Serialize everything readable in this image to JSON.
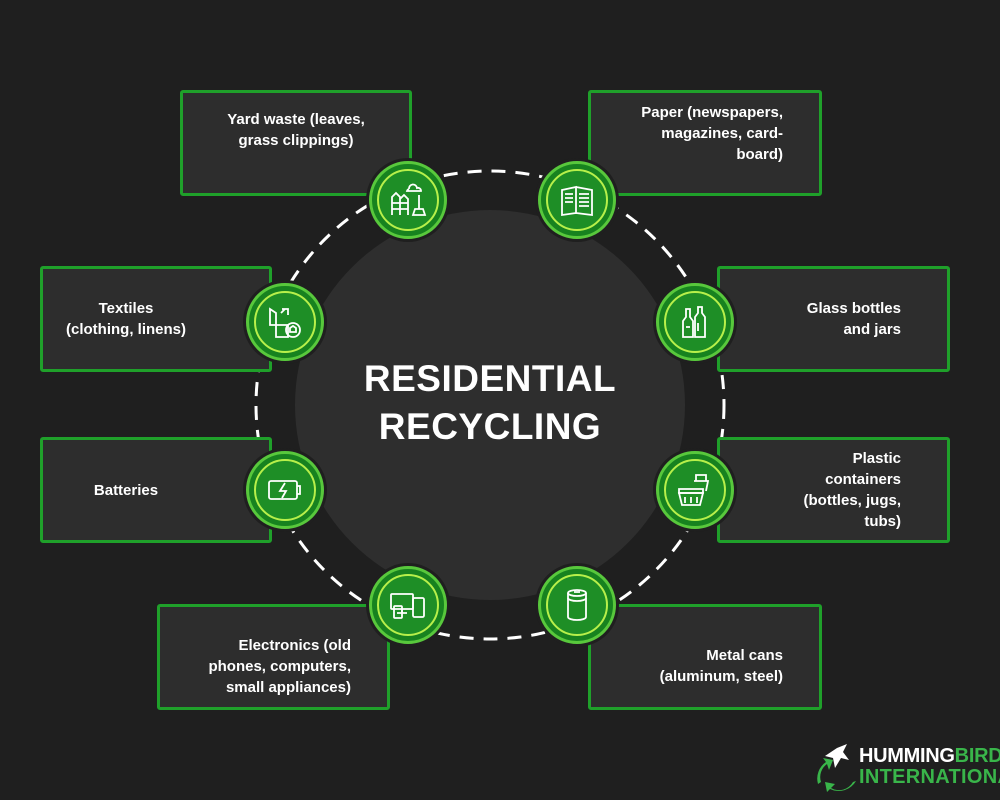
{
  "title": {
    "line1": "RESIDENTIAL",
    "line2": "RECYCLING"
  },
  "items": [
    {
      "lines": [
        "Yard waste (leaves,",
        "grass clippings)"
      ],
      "icon": "yard-waste-icon"
    },
    {
      "lines": [
        "Paper (newspapers,",
        "magazines, card-",
        "board)"
      ],
      "icon": "newspaper-icon"
    },
    {
      "lines": [
        "Textiles",
        "(clothing, linens)"
      ],
      "icon": "textiles-icon"
    },
    {
      "lines": [
        "Glass bottles",
        "and jars"
      ],
      "icon": "glass-bottles-icon"
    },
    {
      "lines": [
        "Batteries"
      ],
      "icon": "battery-icon"
    },
    {
      "lines": [
        "Plastic containers",
        "(bottles, jugs, tubs)"
      ],
      "icon": "plastic-container-icon"
    },
    {
      "lines": [
        "Electronics (old",
        "phones, computers,",
        "small appliances)"
      ],
      "icon": "electronics-icon"
    },
    {
      "lines": [
        "Metal cans",
        "(aluminum, steel)"
      ],
      "icon": "metal-can-icon"
    }
  ],
  "logo": {
    "word1a": "HUMMING",
    "word1b": "BIRD",
    "word2": "INTERNATIONAL",
    "icon": "hummingbird-recycle-icon"
  },
  "colors": {
    "background": "#1f1f1f",
    "box": "#2d2d2d",
    "accent": "#1fa02a",
    "badge": "#17821f",
    "center": "#2e2e2e"
  }
}
